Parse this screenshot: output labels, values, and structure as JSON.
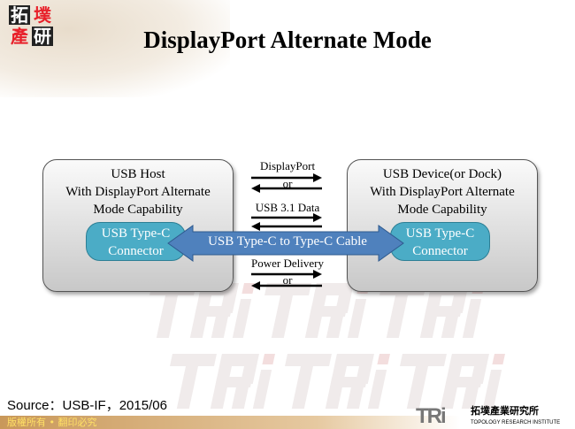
{
  "logo": {
    "chars": [
      "拓",
      "墣",
      "產",
      "研"
    ]
  },
  "title": "DisplayPort Alternate Mode",
  "host": {
    "label_lines": [
      "USB Host",
      "With DisplayPort Alternate",
      "Mode Capability"
    ],
    "connector_lines": [
      "USB Type-C",
      "Connector"
    ]
  },
  "device": {
    "label_lines": [
      "USB Device(or Dock)",
      "With DisplayPort Alternate",
      "Mode Capability"
    ],
    "connector_lines": [
      "USB Type-C",
      "Connector"
    ]
  },
  "cable": {
    "label": "USB Type-C to Type-C Cable"
  },
  "links": [
    {
      "label": "DisplayPort",
      "sub": "or"
    },
    {
      "label": "USB 3.1 Data",
      "sub": ""
    },
    {
      "label": "Power Delivery",
      "sub": "or"
    }
  ],
  "source": "Source：USB-IF，2015/06",
  "footer": {
    "copyright": "版權所有 • 翻印必究",
    "org_logo": "TRi",
    "org_name_zh": "拓墣產業研究所",
    "org_name_en": "TOPOLOGY RESEARCH INSTITUTE"
  },
  "colors": {
    "connector": "#4bacc6",
    "cable": "#4f81bd",
    "logo_red": "#e8202a"
  },
  "watermark": "TRiTRiTRi"
}
